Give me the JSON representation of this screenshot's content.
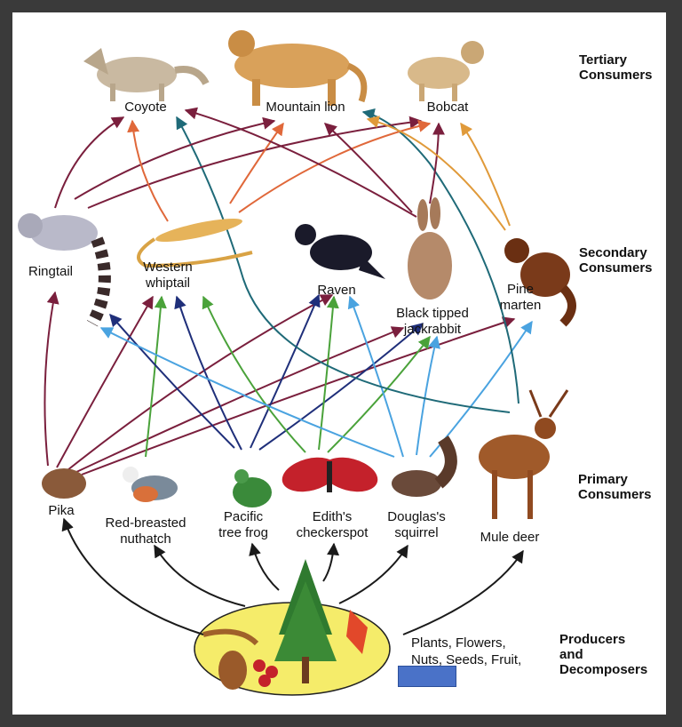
{
  "levels": {
    "tertiary": "Tertiary\nConsumers",
    "secondary": "Secondary\nConsumers",
    "primary": "Primary\nConsumers",
    "producers": "Producers\nand\nDecomposers"
  },
  "organisms": {
    "coyote": "Coyote",
    "mountain_lion": "Mountain lion",
    "bobcat": "Bobcat",
    "ringtail": "Ringtail",
    "whiptail": "Western\nwhiptail",
    "raven": "Raven",
    "jackrabbit": "Black tipped\njackrabbit",
    "marten": "Pine\nmarten",
    "pika": "Pika",
    "nuthatch": "Red-breasted\nnuthatch",
    "frog": "Pacific\ntree frog",
    "checkerspot": "Edith's\ncheckerspot",
    "squirrel": "Douglas's\nsquirrel",
    "deer": "Mule deer"
  },
  "producers_note": "Plants, Flowers,\nNuts, Seeds, Fruit,",
  "colors": {
    "arrow_dark": "#1a1a1a",
    "arrow_maroon": "#7a1f3d",
    "arrow_navy": "#1f2f7a",
    "arrow_light_blue": "#4aa3e0",
    "arrow_green": "#4aa23a",
    "arrow_orange": "#e0683a",
    "arrow_teal": "#1f6a78",
    "arrow_gold": "#e09a3a",
    "producer_oval": "#f5ec6a",
    "redaction": "#4a72c8"
  }
}
